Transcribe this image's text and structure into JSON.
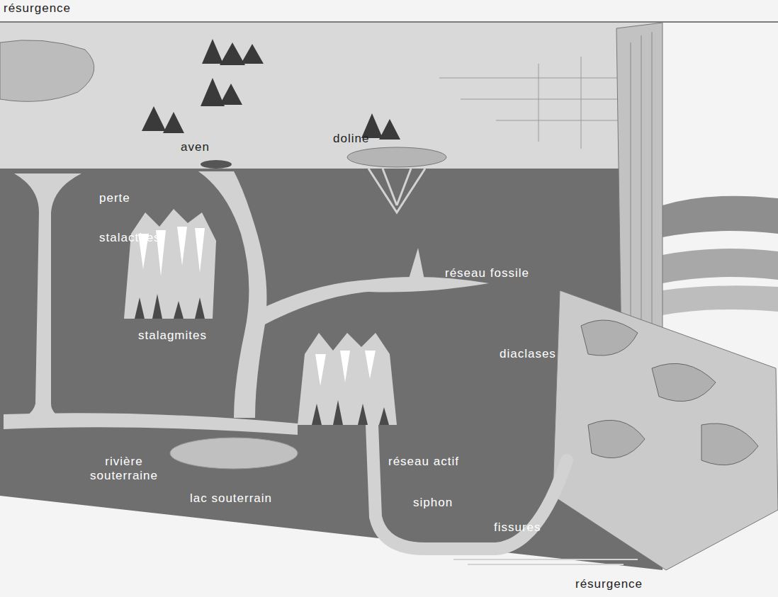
{
  "diagram": {
    "labels": [
      "résurgence",
      "aven",
      "doline",
      "perte",
      "stalactites",
      "réseau fossile",
      "stalagmites",
      "diaclases",
      "rivière souterraine",
      "lac souterrain",
      "réseau actif",
      "siphon",
      "fissures",
      "résurgence"
    ]
  }
}
